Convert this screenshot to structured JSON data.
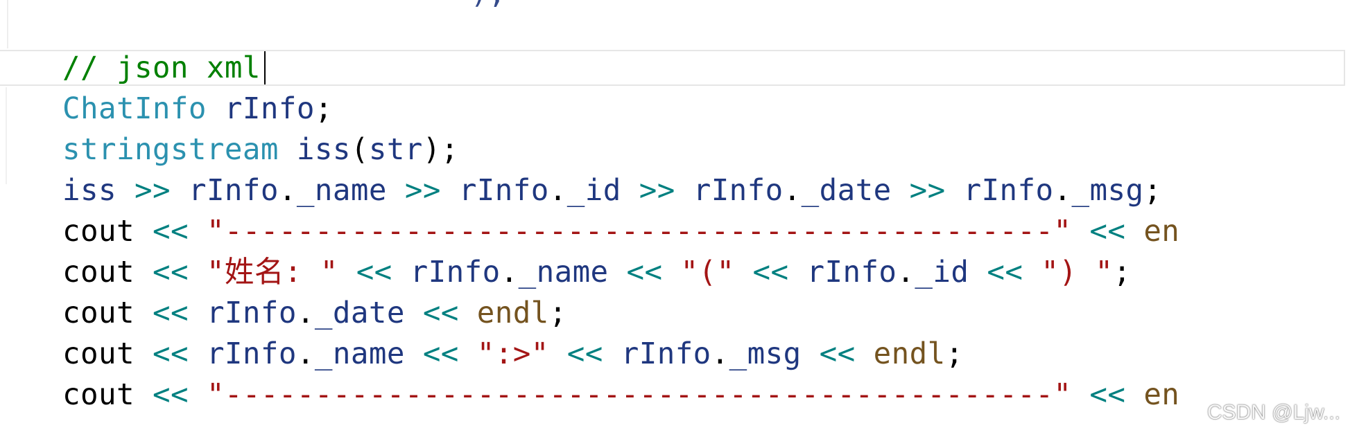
{
  "editor": {
    "partial_top_line": "                       );",
    "watermark": "CSDN @Ljw...",
    "lines": [
      [
        {
          "text": "// json xml",
          "cls": "c-comment"
        }
      ],
      [
        {
          "text": "ChatInfo",
          "cls": "c-type"
        },
        {
          "text": " ",
          "cls": "c-plain"
        },
        {
          "text": "rInfo",
          "cls": "c-var"
        },
        {
          "text": ";",
          "cls": "c-plain"
        }
      ],
      [
        {
          "text": "stringstream",
          "cls": "c-type"
        },
        {
          "text": " ",
          "cls": "c-plain"
        },
        {
          "text": "iss",
          "cls": "c-var"
        },
        {
          "text": "(",
          "cls": "c-plain"
        },
        {
          "text": "str",
          "cls": "c-var"
        },
        {
          "text": ");",
          "cls": "c-plain"
        }
      ],
      [
        {
          "text": "iss",
          "cls": "c-var"
        },
        {
          "text": " ",
          "cls": "c-plain"
        },
        {
          "text": ">>",
          "cls": "c-op"
        },
        {
          "text": " ",
          "cls": "c-plain"
        },
        {
          "text": "rInfo",
          "cls": "c-var"
        },
        {
          "text": ".",
          "cls": "c-plain"
        },
        {
          "text": "_name",
          "cls": "c-var"
        },
        {
          "text": " ",
          "cls": "c-plain"
        },
        {
          "text": ">>",
          "cls": "c-op"
        },
        {
          "text": " ",
          "cls": "c-plain"
        },
        {
          "text": "rInfo",
          "cls": "c-var"
        },
        {
          "text": ".",
          "cls": "c-plain"
        },
        {
          "text": "_id",
          "cls": "c-var"
        },
        {
          "text": " ",
          "cls": "c-plain"
        },
        {
          "text": ">>",
          "cls": "c-op"
        },
        {
          "text": " ",
          "cls": "c-plain"
        },
        {
          "text": "rInfo",
          "cls": "c-var"
        },
        {
          "text": ".",
          "cls": "c-plain"
        },
        {
          "text": "_date",
          "cls": "c-var"
        },
        {
          "text": " ",
          "cls": "c-plain"
        },
        {
          "text": ">>",
          "cls": "c-op"
        },
        {
          "text": " ",
          "cls": "c-plain"
        },
        {
          "text": "rInfo",
          "cls": "c-var"
        },
        {
          "text": ".",
          "cls": "c-plain"
        },
        {
          "text": "_msg",
          "cls": "c-var"
        },
        {
          "text": ";",
          "cls": "c-plain"
        }
      ],
      [
        {
          "text": "cout",
          "cls": "c-plain"
        },
        {
          "text": " ",
          "cls": "c-plain"
        },
        {
          "text": "<<",
          "cls": "c-op"
        },
        {
          "text": " ",
          "cls": "c-plain"
        },
        {
          "text": "\"----------------------------------------------\"",
          "cls": "c-str"
        },
        {
          "text": " ",
          "cls": "c-plain"
        },
        {
          "text": "<<",
          "cls": "c-op"
        },
        {
          "text": " ",
          "cls": "c-plain"
        },
        {
          "text": "en",
          "cls": "c-fn"
        }
      ],
      [
        {
          "text": "cout",
          "cls": "c-plain"
        },
        {
          "text": " ",
          "cls": "c-plain"
        },
        {
          "text": "<<",
          "cls": "c-op"
        },
        {
          "text": " ",
          "cls": "c-plain"
        },
        {
          "text": "\"姓名: \"",
          "cls": "c-str"
        },
        {
          "text": " ",
          "cls": "c-plain"
        },
        {
          "text": "<<",
          "cls": "c-op"
        },
        {
          "text": " ",
          "cls": "c-plain"
        },
        {
          "text": "rInfo",
          "cls": "c-var"
        },
        {
          "text": ".",
          "cls": "c-plain"
        },
        {
          "text": "_name",
          "cls": "c-var"
        },
        {
          "text": " ",
          "cls": "c-plain"
        },
        {
          "text": "<<",
          "cls": "c-op"
        },
        {
          "text": " ",
          "cls": "c-plain"
        },
        {
          "text": "\"(\"",
          "cls": "c-str"
        },
        {
          "text": " ",
          "cls": "c-plain"
        },
        {
          "text": "<<",
          "cls": "c-op"
        },
        {
          "text": " ",
          "cls": "c-plain"
        },
        {
          "text": "rInfo",
          "cls": "c-var"
        },
        {
          "text": ".",
          "cls": "c-plain"
        },
        {
          "text": "_id",
          "cls": "c-var"
        },
        {
          "text": " ",
          "cls": "c-plain"
        },
        {
          "text": "<<",
          "cls": "c-op"
        },
        {
          "text": " ",
          "cls": "c-plain"
        },
        {
          "text": "\") \"",
          "cls": "c-str"
        },
        {
          "text": ";",
          "cls": "c-plain"
        }
      ],
      [
        {
          "text": "cout",
          "cls": "c-plain"
        },
        {
          "text": " ",
          "cls": "c-plain"
        },
        {
          "text": "<<",
          "cls": "c-op"
        },
        {
          "text": " ",
          "cls": "c-plain"
        },
        {
          "text": "rInfo",
          "cls": "c-var"
        },
        {
          "text": ".",
          "cls": "c-plain"
        },
        {
          "text": "_date",
          "cls": "c-var"
        },
        {
          "text": " ",
          "cls": "c-plain"
        },
        {
          "text": "<<",
          "cls": "c-op"
        },
        {
          "text": " ",
          "cls": "c-plain"
        },
        {
          "text": "endl",
          "cls": "c-fn"
        },
        {
          "text": ";",
          "cls": "c-plain"
        }
      ],
      [
        {
          "text": "cout",
          "cls": "c-plain"
        },
        {
          "text": " ",
          "cls": "c-plain"
        },
        {
          "text": "<<",
          "cls": "c-op"
        },
        {
          "text": " ",
          "cls": "c-plain"
        },
        {
          "text": "rInfo",
          "cls": "c-var"
        },
        {
          "text": ".",
          "cls": "c-plain"
        },
        {
          "text": "_name",
          "cls": "c-var"
        },
        {
          "text": " ",
          "cls": "c-plain"
        },
        {
          "text": "<<",
          "cls": "c-op"
        },
        {
          "text": " ",
          "cls": "c-plain"
        },
        {
          "text": "\":>\"",
          "cls": "c-str"
        },
        {
          "text": " ",
          "cls": "c-plain"
        },
        {
          "text": "<<",
          "cls": "c-op"
        },
        {
          "text": " ",
          "cls": "c-plain"
        },
        {
          "text": "rInfo",
          "cls": "c-var"
        },
        {
          "text": ".",
          "cls": "c-plain"
        },
        {
          "text": "_msg",
          "cls": "c-var"
        },
        {
          "text": " ",
          "cls": "c-plain"
        },
        {
          "text": "<<",
          "cls": "c-op"
        },
        {
          "text": " ",
          "cls": "c-plain"
        },
        {
          "text": "endl",
          "cls": "c-fn"
        },
        {
          "text": ";",
          "cls": "c-plain"
        }
      ],
      [
        {
          "text": "cout",
          "cls": "c-plain"
        },
        {
          "text": " ",
          "cls": "c-plain"
        },
        {
          "text": "<<",
          "cls": "c-op"
        },
        {
          "text": " ",
          "cls": "c-plain"
        },
        {
          "text": "\"----------------------------------------------\"",
          "cls": "c-str"
        },
        {
          "text": " ",
          "cls": "c-plain"
        },
        {
          "text": "<<",
          "cls": "c-op"
        },
        {
          "text": " ",
          "cls": "c-plain"
        },
        {
          "text": "en",
          "cls": "c-fn"
        }
      ]
    ]
  }
}
